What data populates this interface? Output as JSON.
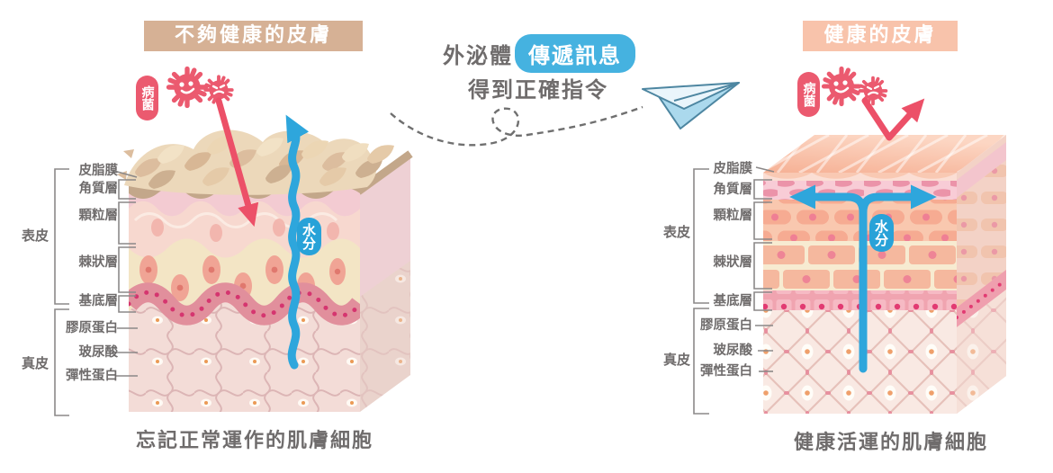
{
  "left_panel": {
    "header": "不夠健康的皮膚",
    "caption": "忘記正常運作的肌膚細胞",
    "germ_badge": "病菌",
    "moisture_badge": "水分"
  },
  "right_panel": {
    "header": "健康的皮膚",
    "caption": "健康活運的肌膚細胞",
    "germ_badge": "病菌",
    "moisture_badge": "水分"
  },
  "center": {
    "exosome": "外泌體",
    "message_badge": "傳遞訊息",
    "instruction": "得到正確指令"
  },
  "labels": {
    "epidermis": "表皮",
    "dermis": "真皮",
    "layers": [
      "皮脂膜",
      "角質層",
      "顆粒層",
      "棘狀層",
      "基底層"
    ],
    "dermis_items": [
      "膠原蛋白",
      "玻尿酸",
      "彈性蛋白"
    ]
  },
  "colors": {
    "unhealthy_header_bg": "#d6b195",
    "healthy_header_bg": "#f8c3ab",
    "germ_red": "#eb5a6f",
    "arrow_red": "#ec5068",
    "moisture_blue": "#2ea6dc",
    "message_badge_blue": "#45b2e0",
    "text_gray": "#6f6c6c"
  }
}
